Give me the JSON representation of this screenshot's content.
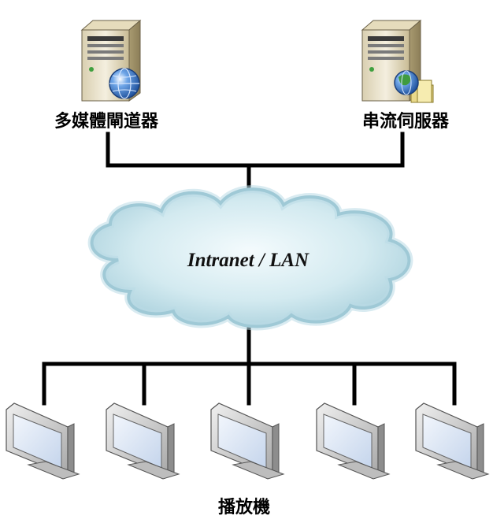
{
  "servers": {
    "gateway_label": "多媒體閘道器",
    "streaming_label": "串流伺服器"
  },
  "network": {
    "label": "Intranet / LAN"
  },
  "clients": {
    "label": "播放機",
    "count": 5
  },
  "colors": {
    "cloud_fill": "#cfe8ee",
    "cloud_edge": "#7fb4c4",
    "line": "#000000",
    "server_body": "#e8e0c8",
    "monitor_screen": "#dce6f4"
  },
  "icons": {
    "server_1": "server-with-globe-icon",
    "server_2": "server-with-globe-and-folder-icon",
    "client": "monitor-icon"
  }
}
